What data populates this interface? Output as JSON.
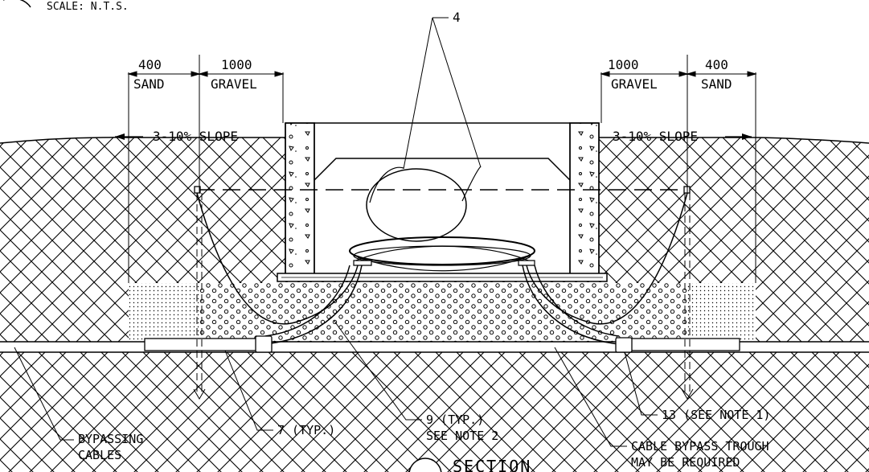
{
  "header": {
    "scale_text": "SCALE: N.T.S."
  },
  "dimensions": {
    "left_sand_width": "400",
    "left_sand_label": "SAND",
    "left_gravel_width": "1000",
    "left_gravel_label": "GRAVEL",
    "right_gravel_width": "1000",
    "right_gravel_label": "GRAVEL",
    "right_sand_width": "400",
    "right_sand_label": "SAND"
  },
  "slopes": {
    "left": "3-10% SLOPE",
    "right": "3-10% SLOPE"
  },
  "callouts": {
    "item4": "4",
    "bypassing_line1": "BYPASSING",
    "bypassing_line2": "CABLES",
    "item7": "7 (TYP.)",
    "item9_line1": "9 (TYP.)",
    "item9_line2": "SEE NOTE 2",
    "item13": "13 (SEE NOTE 1)",
    "trough_line1": "CABLE BYPASS TROUGH",
    "trough_line2": "MAY BE REQUIRED"
  },
  "section_title": "SECTION"
}
